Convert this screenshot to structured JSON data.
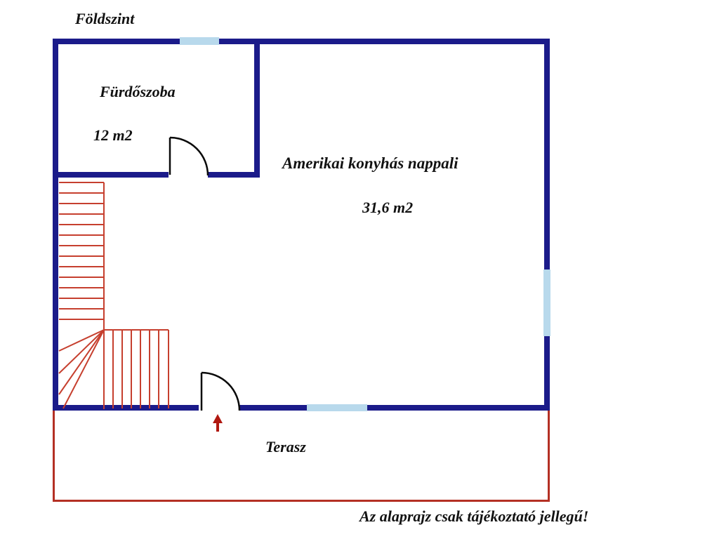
{
  "title": "Földszint",
  "rooms": {
    "bathroom": {
      "name": "Fürdőszoba",
      "area": "12 m2"
    },
    "living": {
      "name": "Amerikai konyhás nappali",
      "area": "31,6 m2"
    },
    "terrace": {
      "name": "Terasz"
    }
  },
  "disclaimer": "Az alaprajz csak tájékoztató jellegű!",
  "colors": {
    "wall": "#1b1b8a",
    "window": "#b8d9ec",
    "stairs": "#c63f2e",
    "terrace": "#b43024",
    "arrow": "#b01810",
    "text": "#121212"
  }
}
